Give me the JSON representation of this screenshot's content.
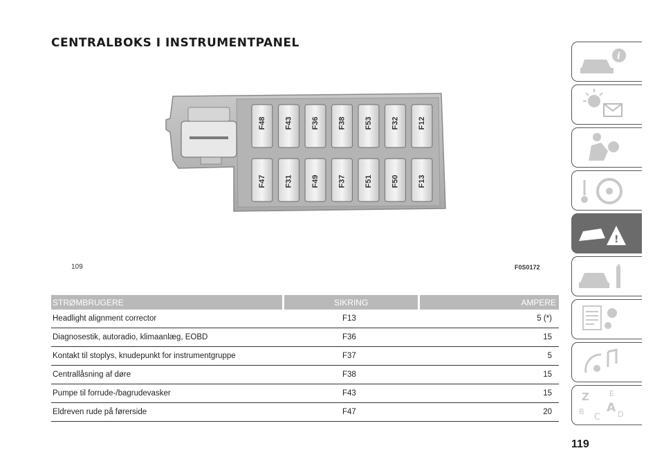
{
  "title": "CENTRALBOKS I INSTRUMENTPANEL",
  "figure": {
    "number": "109",
    "code": "F0S0172",
    "fuses_top": [
      "F48",
      "F43",
      "F36",
      "F38",
      "F53",
      "F32",
      "F12"
    ],
    "fuses_bottom": [
      "F47",
      "F31",
      "F49",
      "F37",
      "F51",
      "F50",
      "F13"
    ]
  },
  "table": {
    "headers": [
      "STRØMBRUGERE",
      "SIKRING",
      "AMPERE"
    ],
    "rows": [
      [
        "Headlight alignment corrector",
        "F13",
        "5 (*)"
      ],
      [
        "Diagnosestik, autoradio, klimaanlæg, EOBD",
        "F36",
        "15"
      ],
      [
        "Kontakt til stoplys, knudepunkt for instrumentgruppe",
        "F37",
        "5"
      ],
      [
        "Centrallåsning af døre",
        "F38",
        "15"
      ],
      [
        "Pumpe til forrude-/bagrudevasker",
        "F43",
        "15"
      ],
      [
        "Eldreven rude på førerside",
        "F47",
        "20"
      ]
    ]
  },
  "page_number": "119",
  "side_tabs": [
    {
      "icon": "car-info-icon"
    },
    {
      "icon": "warning-lights-icon"
    },
    {
      "icon": "airbag-seatbelt-icon"
    },
    {
      "icon": "key-steering-wheel-icon"
    },
    {
      "icon": "emergency-icon",
      "active": true
    },
    {
      "icon": "car-wrench-icon"
    },
    {
      "icon": "technical-data-icon"
    },
    {
      "icon": "multimedia-icon"
    },
    {
      "icon": "index-icon"
    }
  ]
}
